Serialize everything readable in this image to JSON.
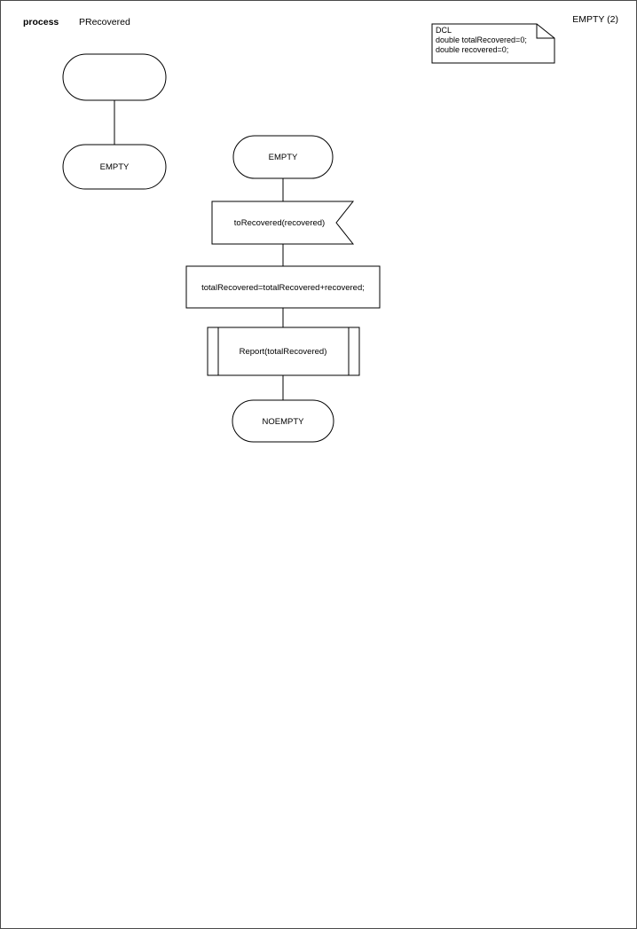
{
  "page": {
    "header": {
      "kind": "process",
      "name": "PRecovered",
      "page_number": "EMPTY (2)"
    },
    "declaration": {
      "line1": "DCL",
      "line2": "double totalRecovered=0;",
      "line3": "double recovered=0;"
    },
    "flow": {
      "start_state": "",
      "left_state": "EMPTY",
      "state_empty": "EMPTY",
      "input_signal": "toRecovered(recovered)",
      "task": "totalRecovered=totalRecovered+recovered;",
      "procedure_call": "Report(totalRecovered)",
      "next_state": "NOEMPTY"
    },
    "colors": {
      "stroke": "#000000",
      "fill": "#ffffff",
      "border": "#4a4a4a"
    }
  }
}
